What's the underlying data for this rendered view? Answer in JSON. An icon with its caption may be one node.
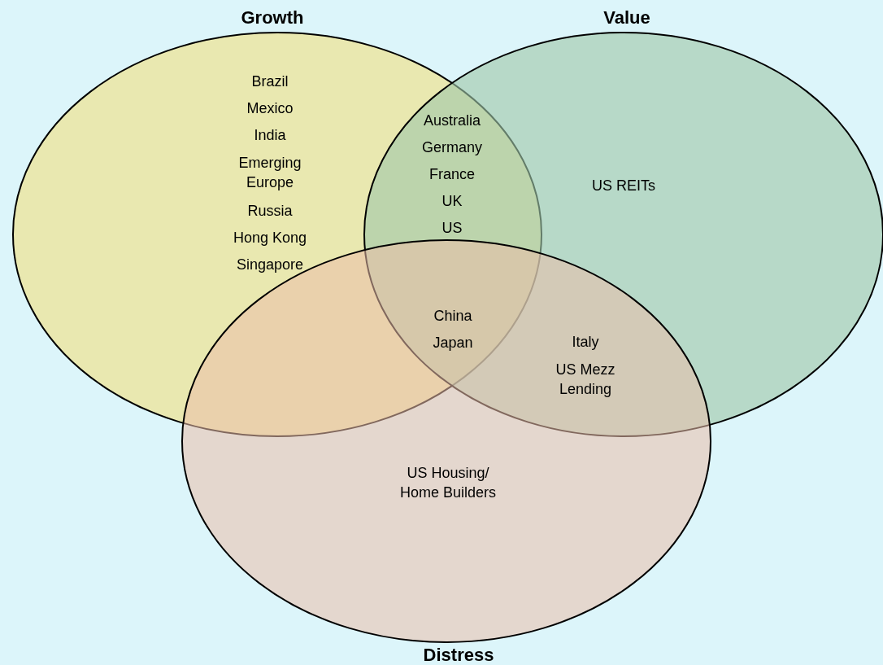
{
  "diagram": {
    "nodes": [
      {
        "text": [
          "Growth",
          "Brazil",
          "Mexico",
          "India",
          "Emerging Europe",
          "Russia",
          "Hong Kong",
          "Singapore"
        ]
      },
      {
        "text": [
          "Value",
          "US REITs"
        ]
      },
      {
        "text": [
          "US Housing/ Home Builders",
          "Distress"
        ]
      }
    ],
    "labels": [
      "Australia",
      "Germany",
      "France",
      "UK",
      "US",
      "China",
      "Japan",
      "Italy",
      "US Mezz Lending"
    ]
  }
}
